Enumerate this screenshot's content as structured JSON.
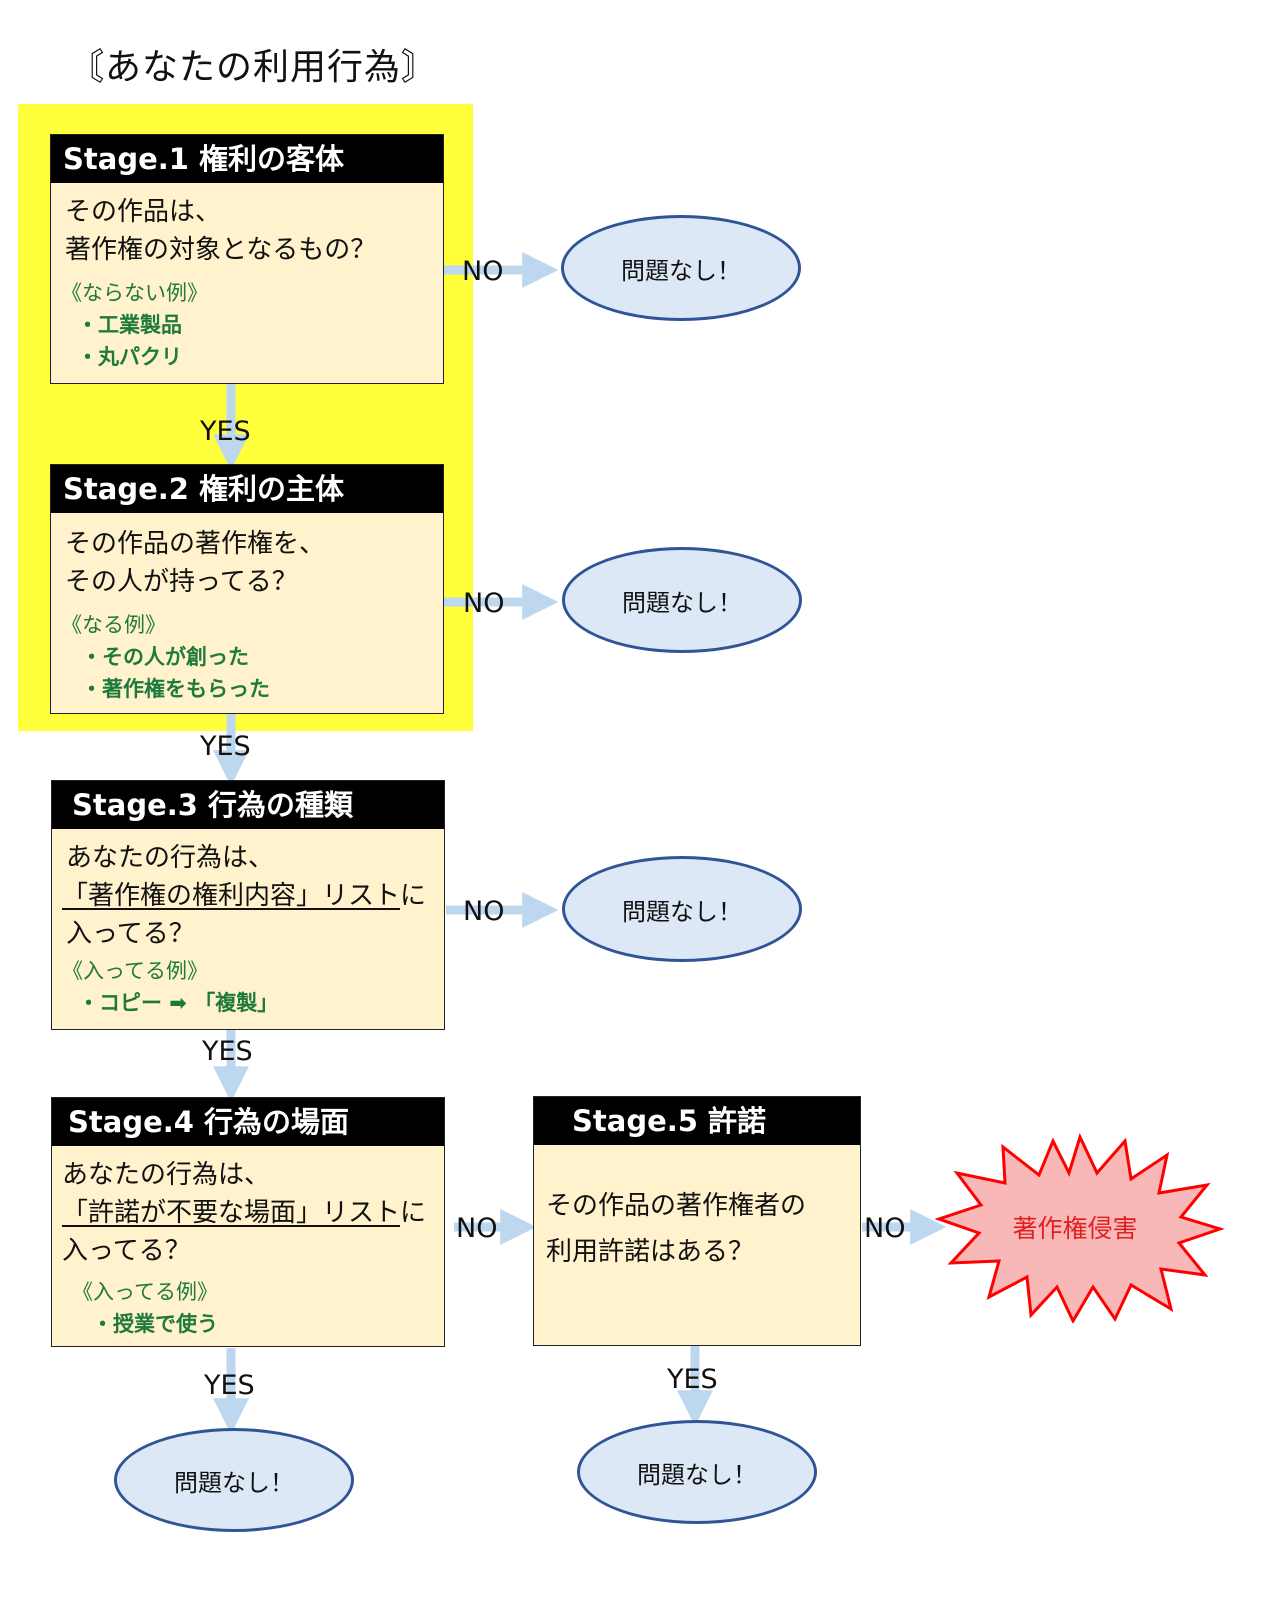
{
  "title": "〘あなたの利用行為〙",
  "stages": {
    "s1": {
      "header": "Stage.1  権利の客体",
      "q": [
        "その作品は、",
        "著作権の対象となるもの？"
      ],
      "ex_head": "《ならない例》",
      "ex": [
        "・工業製品",
        "・丸パクリ"
      ]
    },
    "s2": {
      "header": "Stage.2  権利の主体",
      "q": [
        "その作品の著作権を、",
        "その人が持ってる？"
      ],
      "ex_head": "《なる例》",
      "ex": [
        "・その人が創った",
        "・著作権をもらった"
      ]
    },
    "s3": {
      "header": "Stage.3  行為の種類",
      "q1": "あなたの行為は、",
      "q2u": "「著作権の権利内容」リスト",
      "q2t": "に",
      "q3": "入ってる？",
      "ex_head": "《入ってる例》",
      "ex": [
        "・コピー ➡ 「複製」"
      ]
    },
    "s4": {
      "header": "Stage.4  行為の場面",
      "q1": "あなたの行為は、",
      "q2u": "「許諾が不要な場面」リスト",
      "q2t": "に",
      "q3": "入ってる？",
      "ex_head": "《入ってる例》",
      "ex": [
        "・授業で使う"
      ]
    },
    "s5": {
      "header": "Stage.5  許諾",
      "q": [
        "その作品の著作権者の",
        "利用許諾はある？"
      ]
    }
  },
  "labels": {
    "yes": "YES",
    "no": "NO"
  },
  "outcomes": {
    "ok": "問題なし！",
    "infringement": "著作権侵害"
  },
  "colors": {
    "highlight": "#ffff3c",
    "box_fill": "#fff2cc",
    "header_fill": "#000000",
    "example_text": "#1e7a3c",
    "arrow": "#bdd7ee",
    "ellipse_fill": "#dce8f6",
    "ellipse_border": "#2f5597",
    "burst_fill": "#f8b8b8",
    "burst_border": "#ff0000"
  }
}
